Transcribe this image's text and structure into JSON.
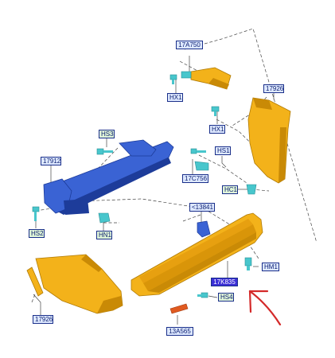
{
  "diagram": {
    "labels": {
      "p17A750": "17A750",
      "p17926_top": "17926",
      "hx1_top": "HX1",
      "hx1_mid": "HX1",
      "hs3": "HS3",
      "hs1": "HS1",
      "p17912": "17912",
      "p17C756": "17C756",
      "hc1": "HC1",
      "p13841": "<13841",
      "hs2": "HS2",
      "hn1": "HN1",
      "hm1": "HM1",
      "p17K835": "17K835",
      "hs4": "HS4",
      "p17926_bottom": "17926",
      "p13A565": "13A565"
    },
    "colors": {
      "bumper": "#f3b21a",
      "bumper_shadow": "#c98a06",
      "beam": "#3a63d4",
      "beam_dark": "#1d3c9a",
      "fastener": "#48c6cc",
      "reflector": "#e05a20",
      "annotation_arrow": "#d42a2a",
      "leader": "#333333"
    }
  }
}
